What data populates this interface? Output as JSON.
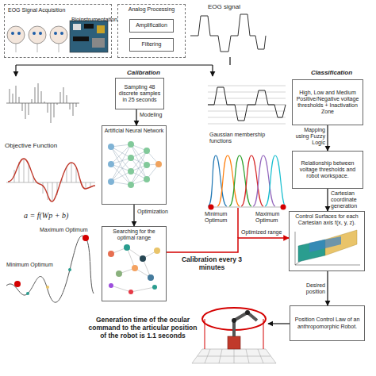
{
  "diagram": {
    "nodes": [
      {
        "text": [
          "EOG Signal Acquisition",
          "Bioinstrumentation"
        ]
      },
      {
        "text": [
          "Analog Processing"
        ]
      },
      {
        "text": [
          "Amplification"
        ],
        "in": 1
      },
      {
        "text": [
          "Filtering"
        ],
        "in": 1
      },
      {
        "text": [
          "Sampling 48 discrete samples in 25 seconds"
        ]
      },
      {
        "text": [
          "Artificial Neural Network"
        ]
      },
      {
        "text": [
          "Searching for the optimal range"
        ]
      },
      {
        "text": [
          "High, Low and Medium Positive/Negative voltage thresholds + Inactivation Zone"
        ]
      },
      {
        "text": [
          "Relationship between voltage thresholds and robot workspace."
        ]
      },
      {
        "text": [
          "Control Surfaces for each Cartesian axis f(x, y, z)."
        ]
      },
      {
        "text": [
          "Position Control Law of an anthropomorphic Robot."
        ]
      }
    ],
    "edges": [
      {
        "from": 4,
        "to": 5,
        "label": "Modeling",
        "arrow": "to"
      },
      {
        "from": 5,
        "to": 6,
        "label": "Optimization",
        "arrow": "to"
      },
      {
        "from": 7,
        "to": 8,
        "label": "Mapping using Fuzzy Logic",
        "arrow": "to"
      },
      {
        "from": 8,
        "to": 9,
        "label": "Cartesian coordinate generation",
        "arrow": "to"
      },
      {
        "from": 9,
        "to": 10,
        "label": "Desired position",
        "arrow": "to"
      },
      {
        "from": 6,
        "to": 9,
        "label": "Optimized range",
        "arrow": "to"
      }
    ],
    "labels": [
      "EOG signal",
      "Calibration",
      "Classification",
      "Objective Function",
      "a = f(Wp + b)",
      "Maximum Optimum",
      "Minimum Optimum",
      "Gaussian membership functions",
      "Minimum Optimum",
      "Maximum Optimum",
      "Calibration every 3 minutes",
      "Generation time of the ocular command to the articular position of the robot is 1.1 seconds"
    ]
  }
}
